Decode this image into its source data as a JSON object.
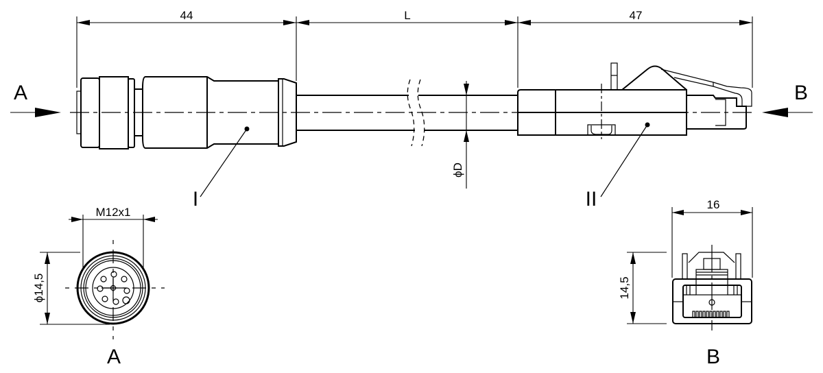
{
  "drawing": {
    "type": "technical-drawing",
    "subject": "Cable assembly: M12 female connector to RJ45 plug",
    "dimensions": {
      "connector_I_length": "44",
      "cable_length": "L",
      "connector_II_length": "47",
      "cable_diameter": "ϕD",
      "m12_thread": "M12x1",
      "m12_diameter": "ϕ14,5",
      "rj45_width": "16",
      "rj45_height": "14,5"
    },
    "view_arrows": {
      "left": "A",
      "right": "B"
    },
    "part_labels": {
      "part_1": "I",
      "part_2": "II"
    },
    "end_views": {
      "view_a_label": "A",
      "view_b_label": "B"
    }
  }
}
